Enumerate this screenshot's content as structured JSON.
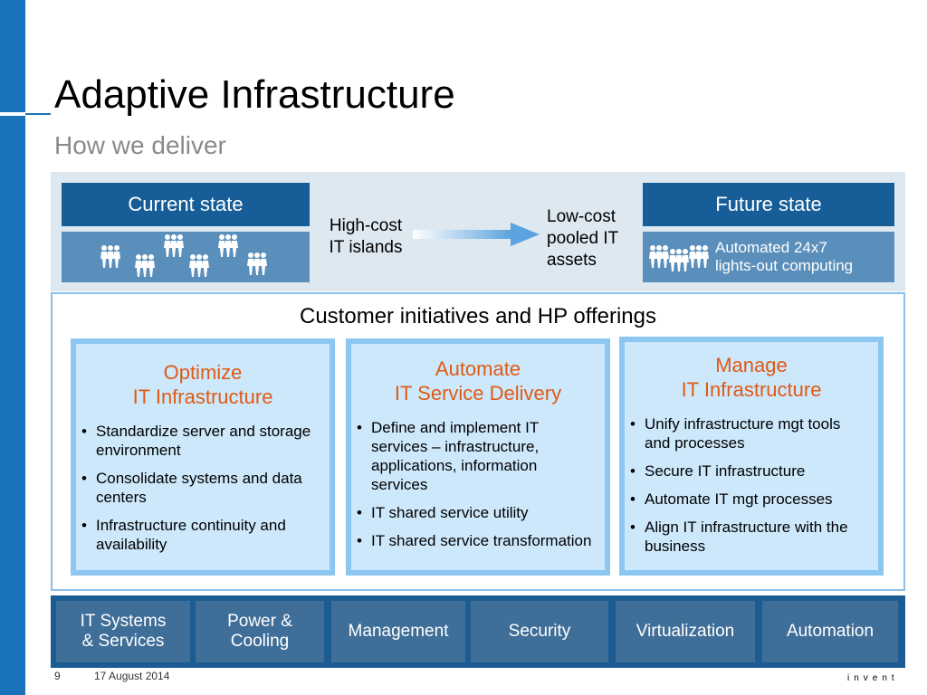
{
  "slide": {
    "title": "Adaptive Infrastructure",
    "subtitle": "How we deliver",
    "page_number": "9",
    "date": "17 August 2014",
    "brand_tagline": "invent"
  },
  "states": {
    "current_title": "Current state",
    "future_title": "Future state",
    "future_caption_line1": "Automated 24x7",
    "future_caption_line2": "lights-out computing",
    "transition_from_line1": "High-cost",
    "transition_from_line2": "IT islands",
    "transition_to_line1": "Low-cost",
    "transition_to_line2": "pooled IT",
    "transition_to_line3": "assets"
  },
  "initiatives": {
    "heading": "Customer initiatives and HP offerings",
    "columns": [
      {
        "head1": "Optimize",
        "head2": "IT Infrastructure",
        "bullets": [
          "Standardize server and storage environment",
          "Consolidate systems and data centers",
          "Infrastructure continuity and availability"
        ]
      },
      {
        "head1": "Automate",
        "head2": "IT Service Delivery",
        "bullets": [
          "Define and implement IT services – infrastructure, applications, information services",
          "IT shared service utility",
          "IT shared service transformation"
        ]
      },
      {
        "head1": "Manage",
        "head2": "IT Infrastructure",
        "bullets": [
          "Unify infrastructure mgt tools and processes",
          "Secure IT infrastructure",
          "Automate IT mgt processes",
          "Align IT infrastructure with the business"
        ]
      }
    ]
  },
  "offerings": {
    "tile1_line1": "IT Systems",
    "tile1_line2": "& Services",
    "tile2_line1": "Power &",
    "tile2_line2": "Cooling",
    "tile3": "Management",
    "tile4": "Security",
    "tile5": "Virtualization",
    "tile6": "Automation"
  },
  "colors": {
    "accent_blue": "#1a73ba",
    "header_blue": "#175e98",
    "orange": "#e05a14",
    "light_blue_panel": "#cde8fb"
  },
  "icons": [
    "people-group-icon",
    "transition-arrow-icon"
  ]
}
